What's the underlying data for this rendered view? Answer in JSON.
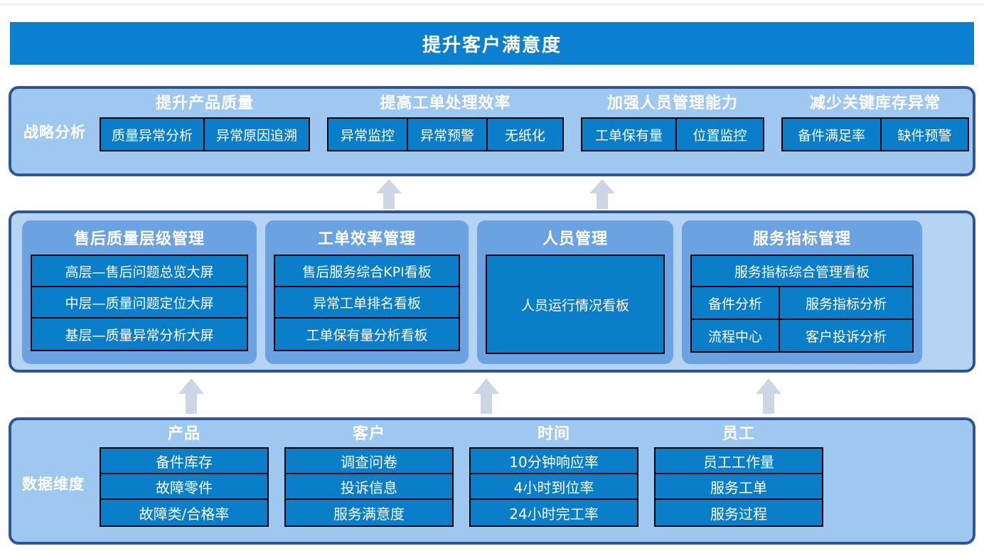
{
  "diagram": {
    "title": "提升客户满意度",
    "colors": {
      "title_band": "#0b80d0",
      "band_border": "#2f5596",
      "band_fill_light": "#9fc8f1",
      "band_fill_apps": "#b5d4f3",
      "group_fill": "#6ba2e2",
      "leaf_fill": "#0b7ec9",
      "leaf_border": "#000000",
      "arrow_fill": "#ccd6e5",
      "text_on_blue": "#ffffff"
    }
  },
  "strategy": {
    "label": "战略分析",
    "columns": [
      {
        "head": "提升产品质量",
        "items": [
          "质量异常分析",
          "异常原因追溯"
        ]
      },
      {
        "head": "提高工单处理效率",
        "items": [
          "异常监控",
          "异常预警",
          "无纸化"
        ]
      },
      {
        "head": "加强人员管理能力",
        "items": [
          "工单保有量",
          "位置监控"
        ]
      },
      {
        "head": "减少关键库存异常",
        "items": [
          "备件满足率",
          "缺件预警"
        ]
      }
    ]
  },
  "applications": {
    "groups": [
      {
        "head": "售后质量层级管理",
        "items": [
          "高层—售后问题总览大屏",
          "中层—质量问题定位大屏",
          "基层—质量异常分析大屏"
        ]
      },
      {
        "head": "工单效率管理",
        "items": [
          "售后服务综合KPI看板",
          "异常工单排名看板",
          "工单保有量分析看板"
        ]
      },
      {
        "head": "人员管理",
        "items": [
          "人员运行情况看板"
        ]
      },
      {
        "head": "服务指标管理",
        "full_item": "服务指标综合管理看板",
        "grid": [
          [
            "备件分析",
            "服务指标分析"
          ],
          [
            "流程中心",
            "客户投诉分析"
          ]
        ]
      }
    ]
  },
  "dimensions": {
    "label": "数据维度",
    "columns": [
      {
        "head": "产品",
        "items": [
          "备件库存",
          "故障零件",
          "故障类/合格率"
        ]
      },
      {
        "head": "客户",
        "items": [
          "调查问卷",
          "投诉信息",
          "服务满意度"
        ]
      },
      {
        "head": "时间",
        "items": [
          "10分钟响应率",
          "4小时到位率",
          "24小时完工率"
        ]
      },
      {
        "head": "员工",
        "items": [
          "员工工作量",
          "服务工单",
          "服务过程"
        ]
      }
    ]
  },
  "arrows": {
    "upper": [
      {
        "name": "arrow-apps-to-strategy-1"
      },
      {
        "name": "arrow-apps-to-strategy-2"
      }
    ],
    "lower": [
      {
        "name": "arrow-dims-to-apps-1"
      },
      {
        "name": "arrow-dims-to-apps-2"
      },
      {
        "name": "arrow-dims-to-apps-3"
      }
    ]
  }
}
